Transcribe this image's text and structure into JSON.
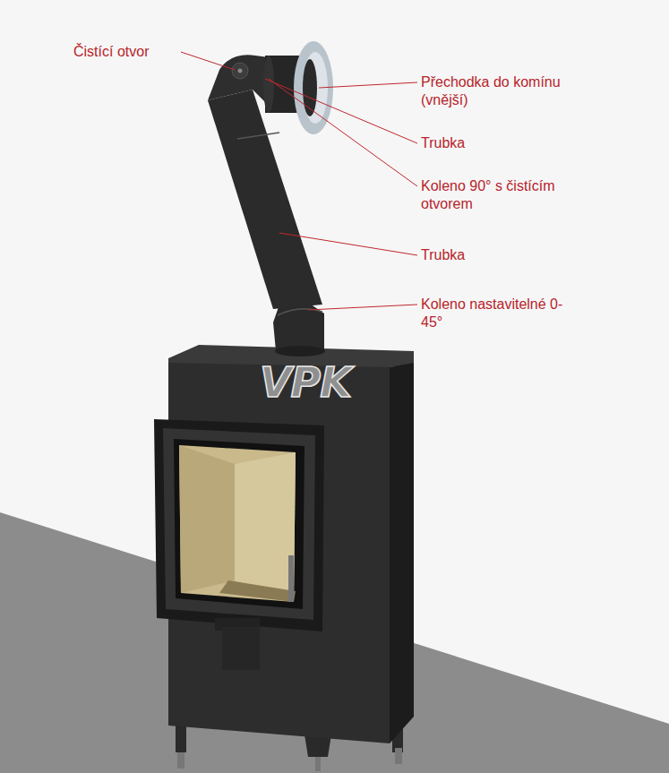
{
  "diagram": {
    "labels": [
      "Čistící otvor",
      "Přechodka do komínu (vnější)",
      "Trubka",
      "Koleno 90° s čistícím otvorem",
      "Trubka",
      "Koleno nastavitelné 0-45°",
      "VPK"
    ]
  }
}
